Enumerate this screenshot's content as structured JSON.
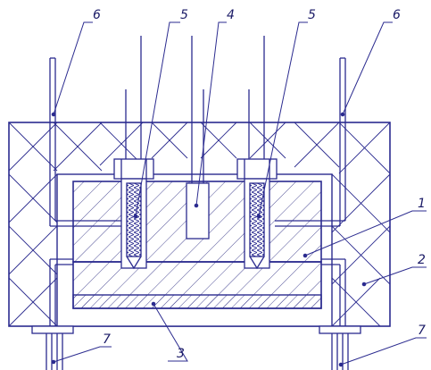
{
  "diagram": {
    "colors": {
      "line": "#2b2b8f",
      "hatch": "#3a3a8a",
      "background": "#ffffff"
    },
    "callouts": [
      {
        "id": "label-6-left",
        "text": "6"
      },
      {
        "id": "label-5-left",
        "text": "5"
      },
      {
        "id": "label-4",
        "text": "4"
      },
      {
        "id": "label-5-right",
        "text": "5"
      },
      {
        "id": "label-6-right",
        "text": "6"
      },
      {
        "id": "label-1",
        "text": "1"
      },
      {
        "id": "label-2",
        "text": "2"
      },
      {
        "id": "label-3",
        "text": "3"
      },
      {
        "id": "label-7-left",
        "text": "7"
      },
      {
        "id": "label-7-right",
        "text": "7"
      }
    ]
  }
}
